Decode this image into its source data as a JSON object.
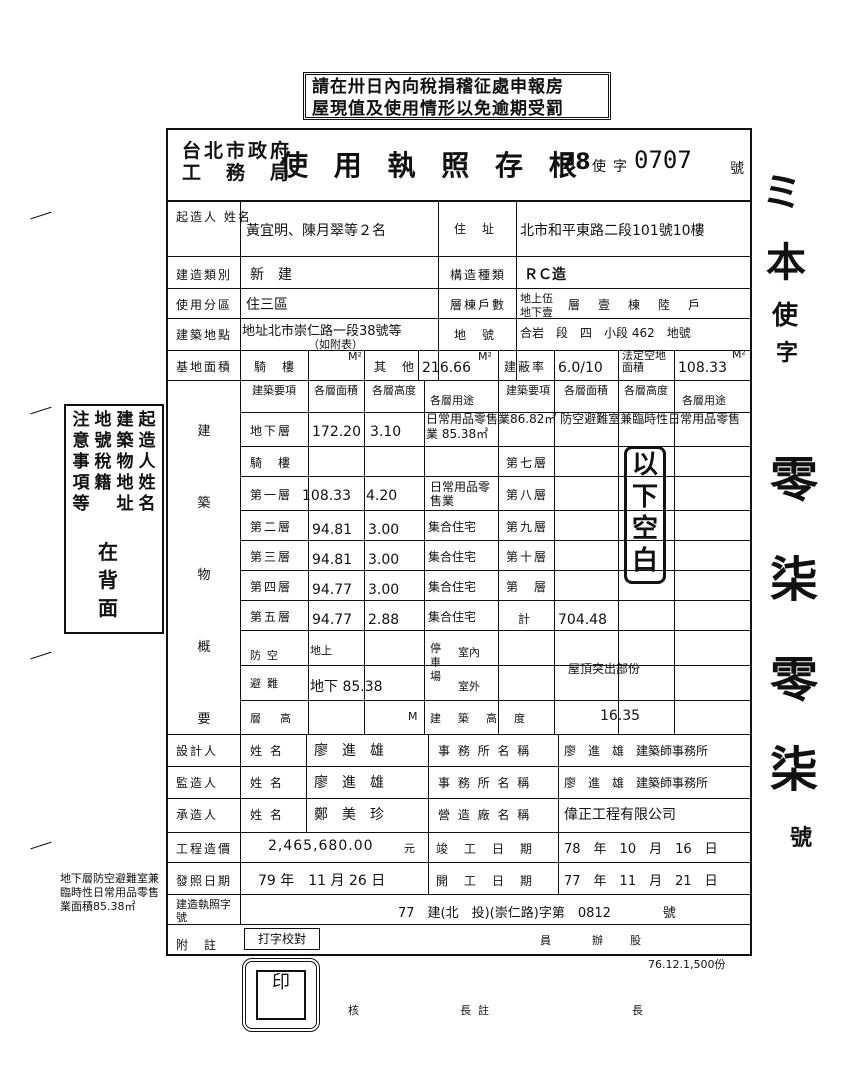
{
  "top_stamp": {
    "line1": "請在卅日內向稅捐稽征處申報房",
    "line2": "屋現值及使用情形以免逾期受罰"
  },
  "title": {
    "dept_line1": "台北市政府",
    "dept_line2": "工　務　局",
    "main": "使 用 執 照 存 根",
    "year": "78",
    "kind": "使",
    "zi": "字",
    "number": "0707",
    "hao": "號"
  },
  "rows": {
    "applicant_label": "起造人 姓名",
    "applicant": "黃宜明、陳月翠等２名",
    "address_label": "住　址",
    "address": "北市和平東路二段101號10樓",
    "category_label": "建造類別",
    "category": "新　建",
    "structure_label": "構造種類",
    "structure": "ＲＣ造",
    "zone_label": "使用分區",
    "zone": "住三區",
    "floors_label": "層棟戶數",
    "floors_above": "地上伍",
    "floors_below": "地下壹",
    "floors_rest": "層　壹　棟　陸　戶",
    "site_label": "建築地點",
    "site": "地址北市崇仁路一段38號等",
    "site_note": "（如附表）",
    "lot_label": "地　號",
    "lot": "合岩　段　四　小段 462　地號",
    "base_area_label": "基地面積",
    "arcade_label": "騎　樓",
    "other_label": "其　他",
    "other_value": "216.66",
    "coverage_label": "建蔽率",
    "coverage": "6.0/10",
    "legal_label": "法定空地面積",
    "legal_value": "108.33"
  },
  "floor_head": {
    "item": "建築要項",
    "area": "各層面積",
    "height": "各層高度",
    "use": "各層用途",
    "item2": "建築要項",
    "area2": "各層面積",
    "height2": "各層高度",
    "use2": "各層用途"
  },
  "floor_rows": [
    {
      "name": "地下層",
      "area": "172.20",
      "height": "3.10",
      "use": "日常用品零售業86.82㎡ 防空避難室兼臨時性日常用品零售業 85.38㎡"
    },
    {
      "name": "騎　樓",
      "area": "",
      "height": "",
      "use": ""
    },
    {
      "name": "第一層",
      "area": "108.33",
      "height": "4.20",
      "use": "日常用品零售業"
    },
    {
      "name": "第二層",
      "area": "94.81",
      "height": "3.00",
      "use": "集合住宅"
    },
    {
      "name": "第三層",
      "area": "94.81",
      "height": "3.00",
      "use": "集合住宅"
    },
    {
      "name": "第四層",
      "area": "94.77",
      "height": "3.00",
      "use": "集合住宅"
    },
    {
      "name": "第五層",
      "area": "94.77",
      "height": "2.88",
      "use": "集合住宅"
    }
  ],
  "right_floors": [
    "第七層",
    "第八層",
    "第九層",
    "第十層",
    "第　層",
    "計"
  ],
  "total_area": "704.48",
  "blank_stamp": "以下空白",
  "left_section": [
    "建",
    "築",
    "物",
    "概",
    "要"
  ],
  "shelter": {
    "label": "防空避難",
    "above": "地上",
    "below": "地下 85.38",
    "parking_label": "停車場",
    "indoor": "室內",
    "outdoor": "室外",
    "roof_label": "屋頂突出部份"
  },
  "roof_height": {
    "label": "層　高",
    "bldg_height_label": "建　築　高　度",
    "value": "16.35"
  },
  "personnel": {
    "designer_label": "設計人",
    "name_label": "姓 名",
    "designer": "廖　進　雄",
    "office_label": "事 務 所 名 稱",
    "designer_office": "廖　進　雄　建築師事務所",
    "supervisor_label": "監造人",
    "supervisor": "廖　進　雄",
    "supervisor_office": "廖　進　雄　建築師事務所",
    "contractor_label": "承造人",
    "contractor": "鄭　美　珍",
    "company_label": "營 造 廠 名 稱",
    "company": "偉正工程有限公司"
  },
  "costs": {
    "cost_label": "工程造價",
    "cost": "2,465,680.00",
    "yuan": "元",
    "finish_label": "竣　工　日　期",
    "finish": "78　年　10　月　16　日",
    "issue_label": "發照日期",
    "issue": "79 年　11 月 26 日",
    "start_label": "開　工　日　期",
    "start": "77　年　11　月　21　日"
  },
  "permit": {
    "label": "建造執照字號",
    "value": "77　建(北　投)(崇仁路)字第　0812　　　　號"
  },
  "notes": {
    "label": "附　註",
    "typing": "打字校對",
    "bottom_chars": [
      "核",
      "長",
      "辦",
      "股",
      "員",
      "長",
      "註"
    ],
    "print": "76.12.1,500份"
  },
  "side_stamp": {
    "col1": "起造人姓名",
    "col2": "建築物地址",
    "col3": "地號稅籍",
    "col4": "注意事項等",
    "extra": "在背面"
  },
  "margin_note": "地下層防空避難室兼臨時性日常用品零售業面積85.38㎡",
  "unit_m2": "M²",
  "unit_m": "M"
}
